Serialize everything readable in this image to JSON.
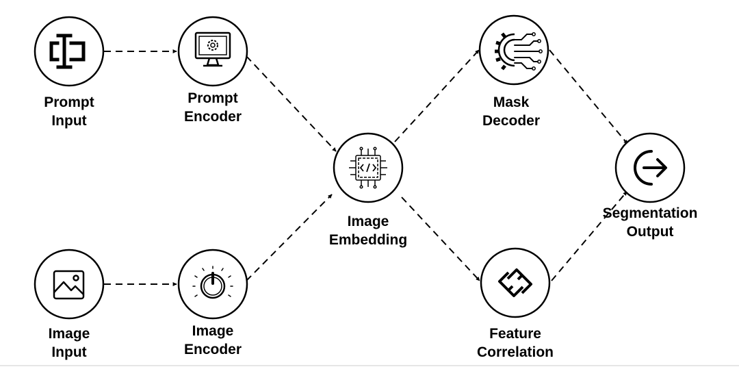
{
  "nodes": {
    "prompt_input": {
      "line1": "Prompt",
      "line2": "Input",
      "icon": "text-cursor-icon"
    },
    "prompt_encoder": {
      "line1": "Prompt",
      "line2": "Encoder",
      "icon": "monitor-gear-icon"
    },
    "image_input": {
      "line1": "Image",
      "line2": "Input",
      "icon": "image-icon"
    },
    "image_encoder": {
      "line1": "Image",
      "line2": "Encoder",
      "icon": "knob-dial-icon"
    },
    "image_embedding": {
      "line1": "Image",
      "line2": "Embedding",
      "icon": "code-chip-icon"
    },
    "mask_decoder": {
      "line1": "Mask",
      "line2": "Decoder",
      "icon": "gear-circuit-icon"
    },
    "feature_correlation": {
      "line1": "Feature",
      "line2": "Correlation",
      "icon": "link-icon"
    },
    "segmentation_output": {
      "line1": "Segmentation",
      "line2": "Output",
      "icon": "exit-arrow-icon"
    }
  },
  "edges": [
    {
      "from": "prompt_input",
      "to": "prompt_encoder",
      "style": "dashed"
    },
    {
      "from": "image_input",
      "to": "image_encoder",
      "style": "dashed"
    },
    {
      "from": "prompt_encoder",
      "to": "image_embedding",
      "style": "dashed"
    },
    {
      "from": "image_encoder",
      "to": "image_embedding",
      "style": "dashed"
    },
    {
      "from": "image_embedding",
      "to": "mask_decoder",
      "style": "dashed"
    },
    {
      "from": "image_embedding",
      "to": "feature_correlation",
      "style": "dashed"
    },
    {
      "from": "mask_decoder",
      "to": "segmentation_output",
      "style": "dashed"
    },
    {
      "from": "feature_correlation",
      "to": "segmentation_output",
      "style": "dashed"
    }
  ],
  "colors": {
    "stroke": "#000000",
    "fill": "#ffffff"
  }
}
